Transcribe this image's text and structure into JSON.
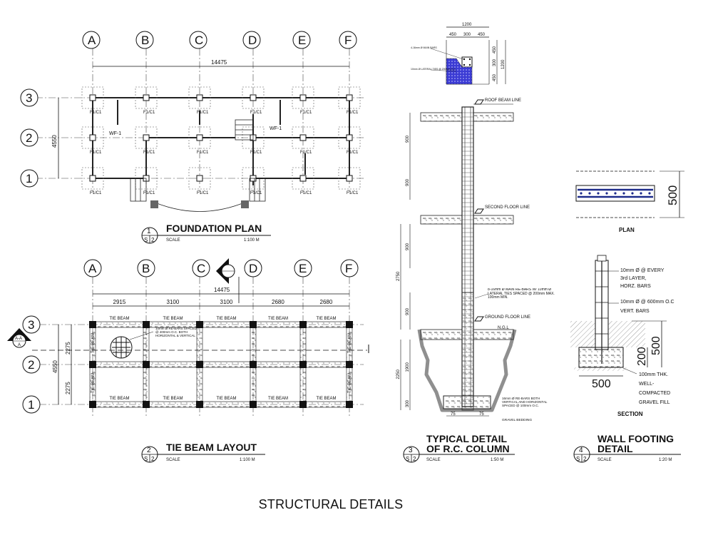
{
  "sheet_caption": "STRUCTURAL DETAILS",
  "grid_columns": [
    "A",
    "B",
    "C",
    "D",
    "E",
    "F"
  ],
  "grid_rows": [
    "1",
    "2",
    "3"
  ],
  "foundation_plan": {
    "title": "FOUNDATION PLAN",
    "detail_no": "1",
    "sheet_letter": "S",
    "sheet_no": "2",
    "scale_label": "SCALE",
    "scale_value": "1:100  M",
    "overall_dim": "14475",
    "side_dim": "4550",
    "footing_label": "F1/C1",
    "wall_footing_label": "WF-1"
  },
  "tie_beam_layout": {
    "title": "TIE BEAM LAYOUT",
    "detail_no": "2",
    "sheet_letter": "S",
    "sheet_no": "2",
    "scale_label": "SCALE",
    "scale_value": "1:100  M",
    "overall_dim": "14475",
    "bay_dims": [
      "2915",
      "3100",
      "3100",
      "2680",
      "2680"
    ],
    "side_dim": "4550",
    "row_dims": [
      "2275",
      "2275"
    ],
    "beam_label": "TIE BEAM",
    "section_tag_top": "A-A",
    "section_tag_bottom": "A",
    "note": "10mm Ø RE-BARS SPACED @ 400mm O.C. BOTH HORIZONTAL & VERTICAL"
  },
  "column_detail": {
    "title_line1": "TYPICAL DETAIL",
    "title_line2": "OF R.C. COLUMN",
    "detail_no": "3",
    "sheet_letter": "S",
    "sheet_no": "2",
    "scale_label": "SCALE",
    "scale_value": "1:50  M",
    "top_dims": [
      "1200",
      "450",
      "300",
      "450"
    ],
    "side_dims": [
      "450",
      "300",
      "450",
      "1200"
    ],
    "roof_beam": "ROOF BEAM LINE",
    "second_floor": "SECOND FLOOR LINE",
    "ground_floor": "GROUND FLOOR LINE",
    "ngl": "N.G.L",
    "rebar_note": "8-16mm Ø MAIN RE-BARS W/ 10mm Ø LATERAL TIES SPACED @ 200mm MAX. 100mm MIN.",
    "footing_note": "16mm Ø RE-BARS BOTH VERTICAL AND HORIZONTAL SPACED @ 100mm O.C.",
    "gravel_note": "GRAVEL BEDDING",
    "left_dims": [
      "900",
      "900",
      "900",
      "2750",
      "900",
      "2250",
      "1900",
      "300"
    ],
    "bottom_dims": [
      "75",
      "75"
    ],
    "mini_notes": [
      "4-16mm Ø MAIN BARS",
      "10mm Ø LATERAL TIES @ 200mm O.C."
    ]
  },
  "wall_footing": {
    "title_line1": "WALL FOOTING",
    "title_line2": "DETAIL",
    "detail_no": "4",
    "sheet_letter": "S",
    "sheet_no": "2",
    "scale_label": "SCALE",
    "scale_value": "1:20  M",
    "plan_label": "PLAN",
    "plan_dim": "500",
    "section_label": "SECTION",
    "note1": "10mm Ø  @ EVERY",
    "note2": "3rd LAYER,",
    "note3": "HORZ. BARS",
    "note4": "10mm Ø  @ 600mm O.C",
    "note5": "VERT. BARS",
    "dim_height": "500",
    "dim_thk": "200",
    "dim_width": "500",
    "gravel1": "100mm THK.",
    "gravel2": "WELL-",
    "gravel3": "COMPACTED",
    "gravel4": "GRAVEL FILL"
  }
}
